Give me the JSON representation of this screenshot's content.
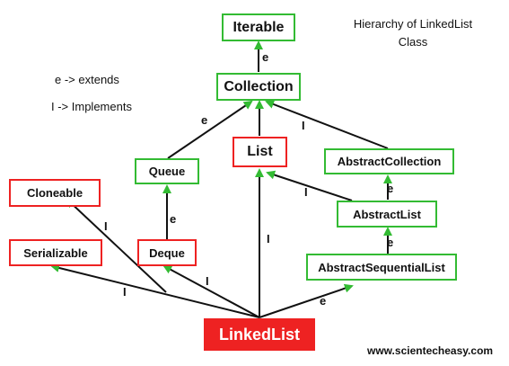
{
  "title": {
    "line1": "Hierarchy of LinkedList",
    "line2": "Class"
  },
  "legend": {
    "extends": "e -> extends",
    "implements": "I -> Implements"
  },
  "nodes": {
    "iterable": "Iterable",
    "collection": "Collection",
    "queue": "Queue",
    "list": "List",
    "abstract_collection": "AbstractCollection",
    "cloneable": "Cloneable",
    "abstract_list": "AbstractList",
    "serializable": "Serializable",
    "deque": "Deque",
    "abstract_sequential_list": "AbstractSequentialList",
    "linked_list": "LinkedList"
  },
  "edge_labels": {
    "collection_iterable": "e",
    "queue_collection": "e",
    "abstract_collection_collection": "I",
    "abstract_list_list": "I",
    "abstract_list_abstract_collection": "e",
    "deque_queue": "e",
    "abstract_sequential_list_abstract_list": "e",
    "linked_list_cloneable": "I",
    "linked_list_list": "I",
    "linked_list_serializable": "I",
    "linked_list_deque": "I",
    "linked_list_abstract_sequential_list": "e"
  },
  "website": "www.scientecheasy.com",
  "colors": {
    "interface_border": "#33bb33",
    "class_border": "#ee2222",
    "linked_list_fill": "#ee2222",
    "linked_list_text": "#ffffff",
    "edge_line": "#111111",
    "arrow_head": "#33bb33"
  }
}
